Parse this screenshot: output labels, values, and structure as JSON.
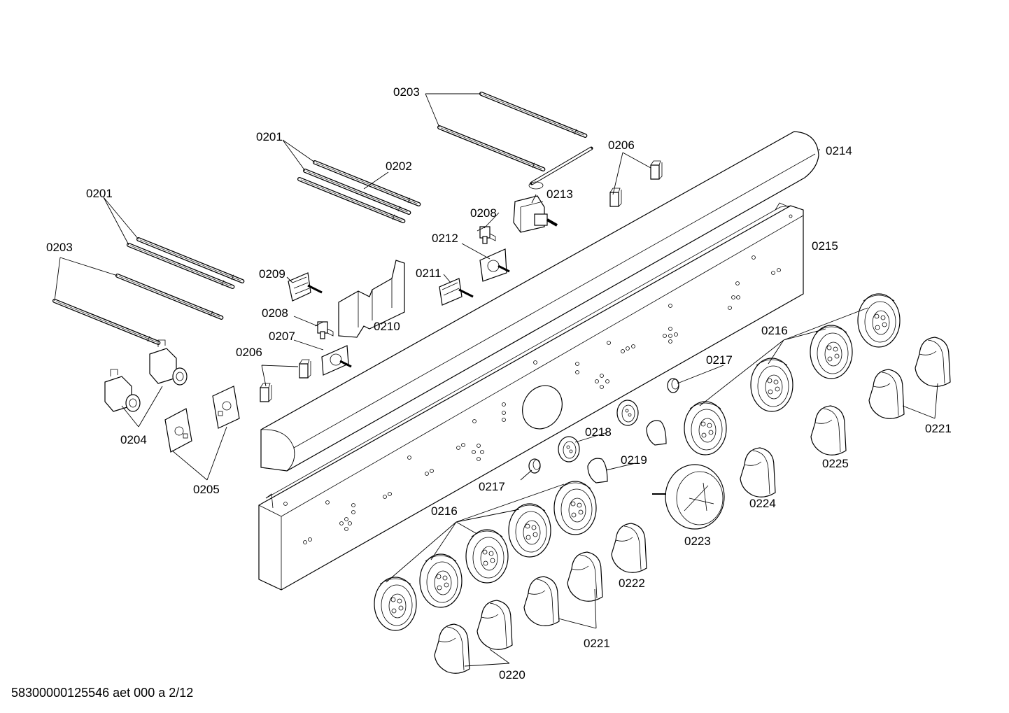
{
  "document": {
    "footer_text": "58300000125546 aet 000 a 2/12"
  },
  "callouts": {
    "c0201_a": "0201",
    "c0201_b": "0201",
    "c0202": "0202",
    "c0203_a": "0203",
    "c0203_b": "0203",
    "c0204": "0204",
    "c0205": "0205",
    "c0206_a": "0206",
    "c0206_b": "0206",
    "c0207": "0207",
    "c0208_a": "0208",
    "c0208_b": "0208",
    "c0209": "0209",
    "c0210": "0210",
    "c0211": "0211",
    "c0212": "0212",
    "c0213": "0213",
    "c0214": "0214",
    "c0215": "0215",
    "c0216_a": "0216",
    "c0216_b": "0216",
    "c0217_a": "0217",
    "c0217_b": "0217",
    "c0218": "0218",
    "c0219": "0219",
    "c0220": "0220",
    "c0221_a": "0221",
    "c0221_b": "0221",
    "c0222": "0222",
    "c0223": "0223",
    "c0224": "0224",
    "c0225": "0225"
  }
}
